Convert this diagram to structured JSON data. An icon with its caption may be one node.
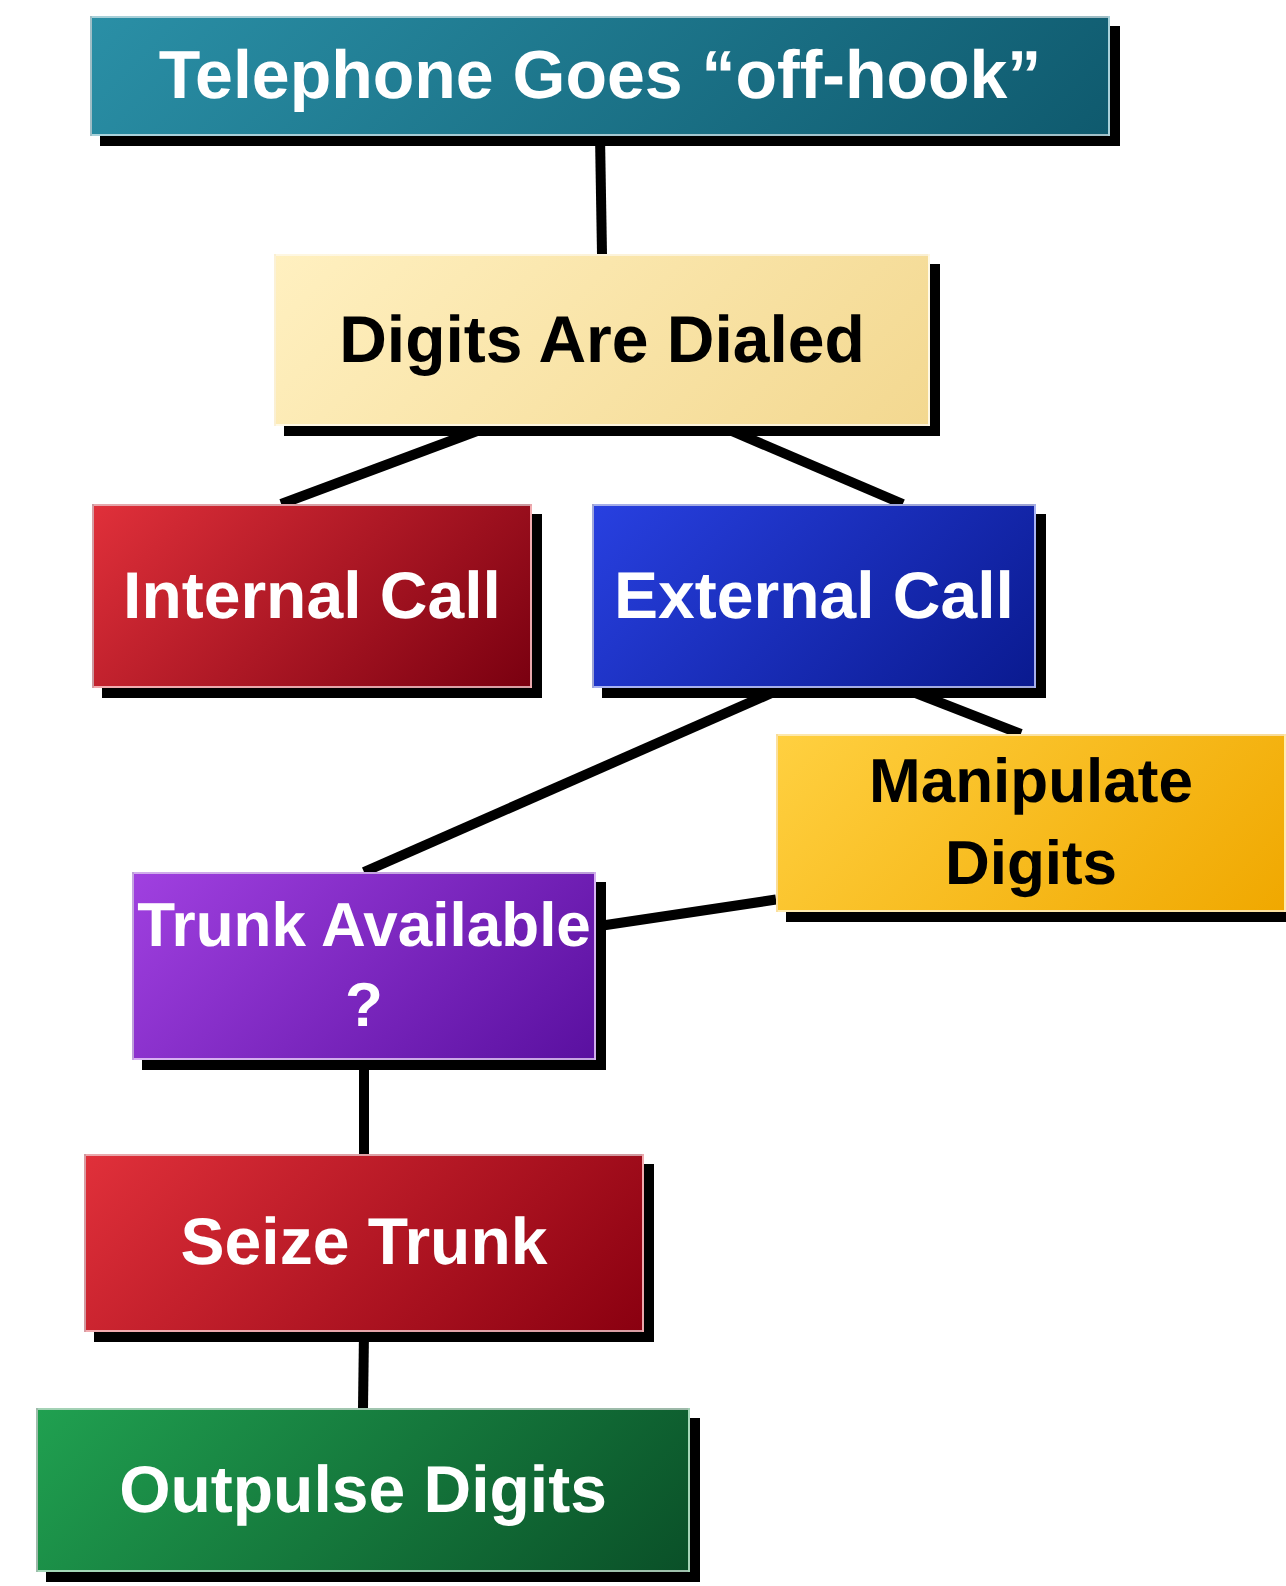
{
  "diagram": {
    "nodes": [
      {
        "text": [
          "Telephone Goes “off-hook”"
        ]
      },
      {
        "text": [
          "Digits Are Dialed"
        ]
      },
      {
        "text": [
          "Internal Call"
        ]
      },
      {
        "text": [
          "External Call"
        ]
      },
      {
        "text": [
          "Manipulate Digits"
        ]
      },
      {
        "text": [
          "Trunk Available ?"
        ]
      },
      {
        "text": [
          "Seize Trunk"
        ]
      },
      {
        "text": [
          "Outpulse Digits"
        ]
      }
    ],
    "edges": [
      {
        "from": 0,
        "to": 1,
        "arrow": "none"
      },
      {
        "from": 1,
        "to": 2,
        "arrow": "none"
      },
      {
        "from": 1,
        "to": 3,
        "arrow": "none"
      },
      {
        "from": 3,
        "to": 5,
        "arrow": "none"
      },
      {
        "from": 3,
        "to": 4,
        "arrow": "none"
      },
      {
        "from": 4,
        "to": 5,
        "arrow": "none"
      },
      {
        "from": 5,
        "to": 6,
        "arrow": "none"
      },
      {
        "from": 6,
        "to": 7,
        "arrow": "none"
      }
    ]
  }
}
